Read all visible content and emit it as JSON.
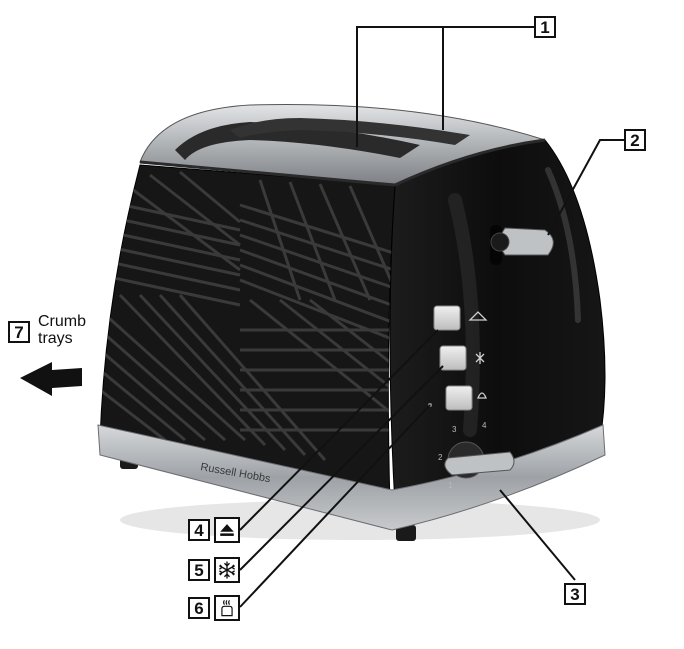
{
  "callouts": {
    "c1": "1",
    "c2": "2",
    "c3": "3",
    "c4": "4",
    "c5": "5",
    "c6": "6",
    "c7": "7"
  },
  "crumb_label": {
    "line1": "Crumb",
    "line2": "trays"
  },
  "brand": "Russell Hobbs",
  "dial_marks": [
    "1",
    "2",
    "3",
    "4"
  ],
  "icons": {
    "c4": "lift-eject-icon",
    "c5": "frozen-snowflake-icon",
    "c6": "reheat-icon"
  },
  "colors": {
    "body": "#121212",
    "trim": "#b8bcc0",
    "button": "#dcdcdc",
    "line": "#111111"
  }
}
